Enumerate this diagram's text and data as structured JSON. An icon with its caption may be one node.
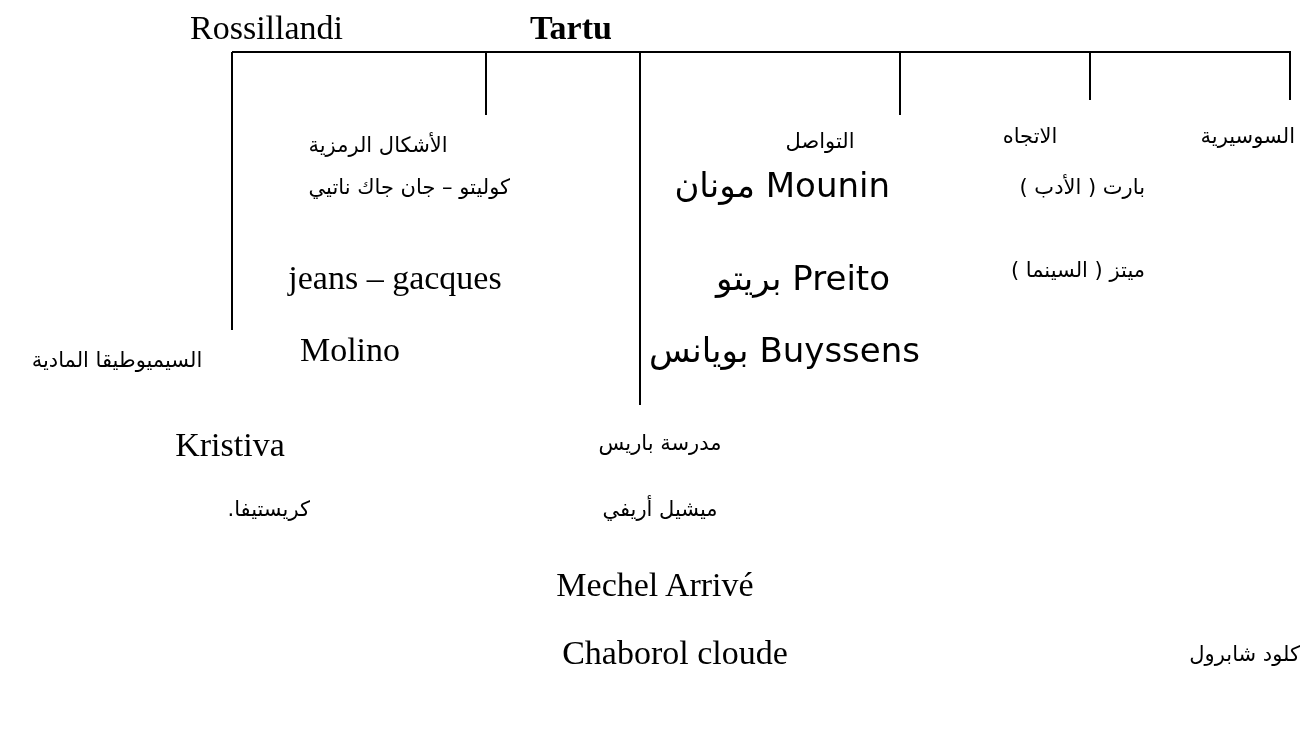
{
  "diagram": {
    "nodes": [
      {
        "text": [],
        "shape": "bar"
      },
      {
        "text": [
          "السوسيرية"
        ]
      },
      {
        "text": [
          "الاتجاه"
        ]
      },
      {
        "text": [
          "التواصل"
        ]
      },
      {
        "text": [
          "الأشكال الرمزية"
        ]
      },
      {
        "text": [
          "السيميوطيقا المادية"
        ]
      },
      {
        "text": [
          "مدرسة باريس"
        ]
      }
    ],
    "edges": [
      {
        "from": 0,
        "to": 1,
        "arrow": "none"
      },
      {
        "from": 0,
        "to": 2,
        "arrow": "none"
      },
      {
        "from": 0,
        "to": 3,
        "arrow": "none"
      },
      {
        "from": 0,
        "to": 4,
        "arrow": "none"
      },
      {
        "from": 0,
        "to": 5,
        "arrow": "none"
      },
      {
        "from": 0,
        "to": 6,
        "arrow": "none"
      }
    ],
    "labels": [
      "Rossillandi",
      "Tartu",
      "كوليتو – جان جاك ناتيي",
      "Mounin مونان",
      "بارت ( الأدب )",
      "jeans – gacques",
      "Preito بريتو",
      "ميتز ( السينما )",
      "Molino",
      "Buyssens بويانس",
      "Kristiva",
      "كريستيفا.",
      "ميشيل أريفي",
      "Mechel Arrivé",
      "Chaborol cloude",
      "كلود شابرول"
    ]
  }
}
